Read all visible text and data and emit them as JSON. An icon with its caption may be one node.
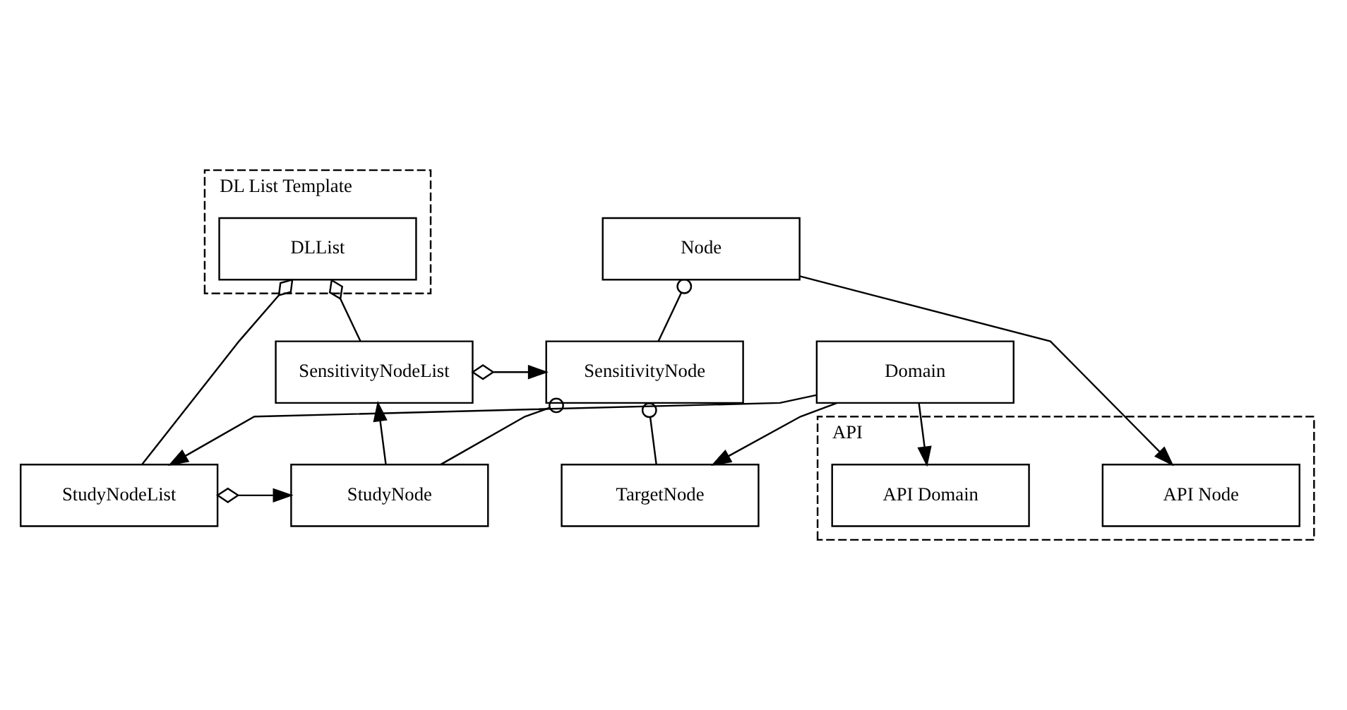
{
  "diagram": {
    "nodes": [
      {
        "text": [
          "API"
        ]
      },
      {
        "text": [
          "Domain"
        ]
      },
      {
        "text": [
          "API Domain"
        ],
        "in": 0
      },
      {
        "text": [
          "DL List Template"
        ]
      },
      {
        "text": [
          "Node"
        ]
      },
      {
        "text": [
          "API Node"
        ],
        "in": 0
      },
      {
        "text": [
          "DLList"
        ],
        "in": 3
      },
      {
        "text": [
          "SensitivityNode"
        ]
      },
      {
        "text": [
          "SensitivityNodeList"
        ]
      },
      {
        "text": [
          "TargetNode"
        ]
      },
      {
        "text": [
          "StudyNode"
        ]
      },
      {
        "text": [
          "StudyNodeList"
        ]
      }
    ],
    "edges": [
      {
        "from": 1,
        "to": 2,
        "arrow": "to"
      },
      {
        "from": 4,
        "to": 5,
        "arrow": "to"
      },
      {
        "from": 7,
        "to": 4,
        "arrow": "other"
      },
      {
        "from": 8,
        "to": 7,
        "arrow": "to"
      },
      {
        "from": 9,
        "to": 7,
        "arrow": "other"
      },
      {
        "from": 10,
        "to": 7,
        "arrow": "other"
      },
      {
        "from": 10,
        "to": 8,
        "arrow": "to"
      },
      {
        "from": 11,
        "to": 10,
        "arrow": "to"
      },
      {
        "from": 6,
        "to": 8,
        "arrow": "other"
      },
      {
        "from": 6,
        "to": 11,
        "arrow": "other"
      },
      {
        "from": 1,
        "to": 9,
        "arrow": "to"
      },
      {
        "from": 1,
        "to": 11,
        "arrow": "to"
      }
    ]
  }
}
